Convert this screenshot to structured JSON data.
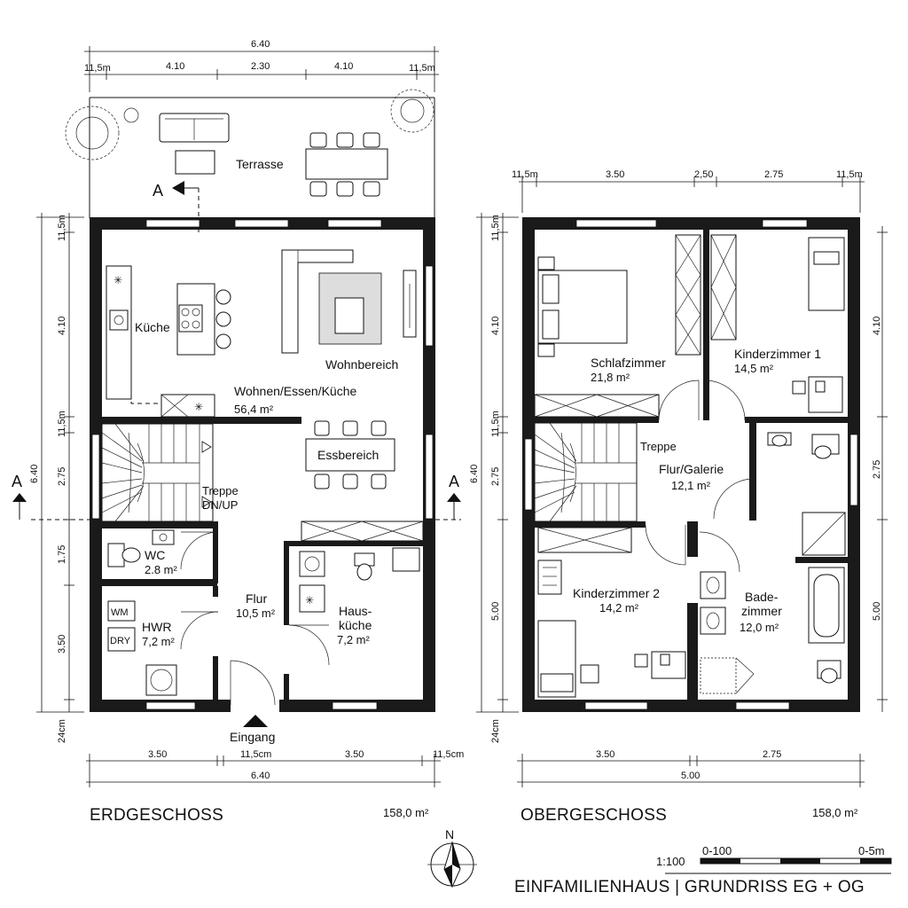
{
  "floors": {
    "eg": {
      "name": "ERDGESCHOSS",
      "area": "158,0 m²"
    },
    "og": {
      "name": "OBERGESCHOSS",
      "area": "158,0 m²"
    }
  },
  "rooms_eg": {
    "terrasse": "Terrasse",
    "kueche": "Küche",
    "wohnbereich": "Wohnbereich",
    "wek": "Wohnen/Essen/Küche",
    "wek_area": "56,4 m²",
    "essbereich": "Essbereich",
    "treppe_line1": "Treppe",
    "treppe_line2": "DN/UP",
    "wc": "WC",
    "wc_area": "2.8 m²",
    "flur": "Flur",
    "flur_area": "10,5 m²",
    "hwr": "HWR",
    "hwr_area": "7,2 m²",
    "wm": "WM",
    "dry": "DRY",
    "hk_line1": "Haus-",
    "hk_line2": "küche",
    "hk_area": "7,2 m²",
    "eingang": "Eingang"
  },
  "rooms_og": {
    "schlaf": "Schlafzimmer",
    "schlaf_area": "21,8 m²",
    "kind1": "Kinderzimmer 1",
    "kind1_area": "14,5 m²",
    "treppe": "Treppe",
    "flur": "Flur/Galerie",
    "flur_area": "12,1 m²",
    "kind2": "Kinderzimmer 2",
    "kind2_area": "14,2 m²",
    "bad_line1": "Bade-",
    "bad_line2": "zimmer",
    "bad_area": "12,0 m²"
  },
  "dims_eg": {
    "top_total": "6.40",
    "top_segments": [
      "11,5m",
      "4.10",
      "2.30",
      "4.10",
      "11,5m"
    ],
    "left_total": "6.40",
    "left_segments": [
      "11,5m",
      "4.10",
      "11,5m",
      "2.75",
      "1.75",
      "3.50",
      "24cm"
    ],
    "bottom_segments": [
      "3.50",
      "11,5cm",
      "3.50",
      "11,5cm"
    ],
    "bottom_total": "6.40"
  },
  "dims_og": {
    "top_segments": [
      "11,5m",
      "3.50",
      "2,50",
      "2.75",
      "11,5m"
    ],
    "left_total": "6.40",
    "left_segments": [
      "11,5m",
      "4.10",
      "11,5m",
      "2.75",
      "5.00",
      "24cm"
    ],
    "right_segments": [
      "4.10",
      "2.75",
      "5.00"
    ],
    "bottom_segments": [
      "3.50",
      "2.75"
    ],
    "bottom_total": "5.00"
  },
  "section_marker": "A",
  "north": "N",
  "scale_label": "1:100",
  "scale_left": "0-100",
  "scale_right": "0-5m",
  "title": "EINFAMILIENHAUS | GRUNDRISS EG + OG"
}
